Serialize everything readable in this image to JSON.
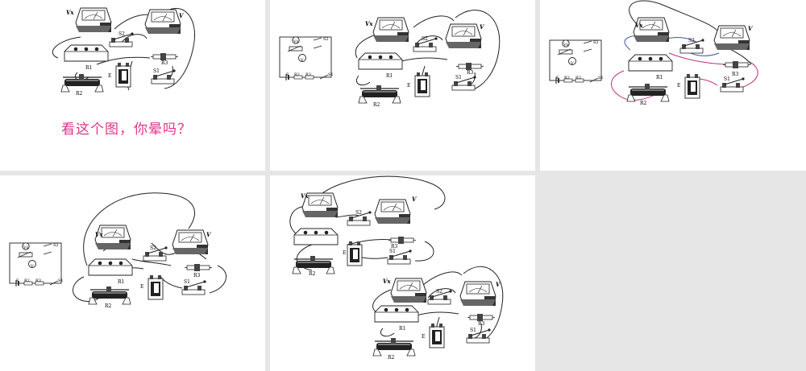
{
  "caption": "看这个图，你晕吗？",
  "labels": {
    "vx": "Vx",
    "v": "V",
    "s1": "S1",
    "s2": "S2",
    "r1": "R1",
    "r2": "R2",
    "r3": "R3",
    "e": "E",
    "meter_vx": "V",
    "meter_v": "V",
    "sch_vx": "Vx",
    "sch_v": "V",
    "sch_e": "E",
    "sch_r1": "R1",
    "sch_r2": "R2",
    "sch_r3": "R3",
    "sch_s1": "S1",
    "sch_s2": "S2"
  },
  "colors": {
    "caption": "#e0358a",
    "wire_black": "#222222",
    "wire_red": "#c2327a",
    "wire_blue": "#3d4fa8",
    "background": "#e6e6e6"
  }
}
